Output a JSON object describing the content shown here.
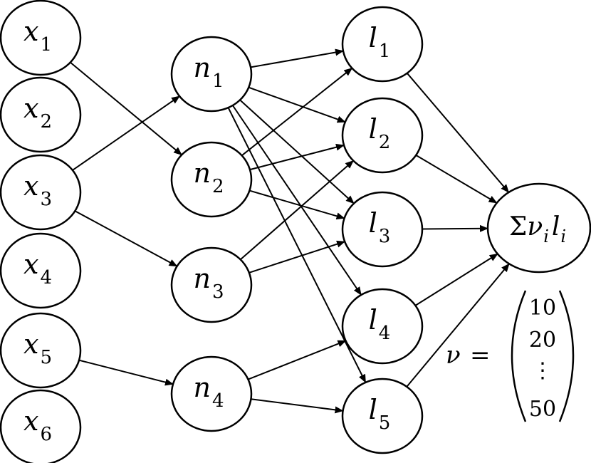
{
  "nodes": [
    {
      "id": "x1",
      "base": "x",
      "sub": "1"
    },
    {
      "id": "x2",
      "base": "x",
      "sub": "2"
    },
    {
      "id": "x3",
      "base": "x",
      "sub": "3"
    },
    {
      "id": "x4",
      "base": "x",
      "sub": "4"
    },
    {
      "id": "x5",
      "base": "x",
      "sub": "5"
    },
    {
      "id": "x6",
      "base": "x",
      "sub": "6"
    },
    {
      "id": "n1",
      "base": "n",
      "sub": "1"
    },
    {
      "id": "n2",
      "base": "n",
      "sub": "2"
    },
    {
      "id": "n3",
      "base": "n",
      "sub": "3"
    },
    {
      "id": "n4",
      "base": "n",
      "sub": "4"
    },
    {
      "id": "l1",
      "base": "l",
      "sub": "1"
    },
    {
      "id": "l2",
      "base": "l",
      "sub": "2"
    },
    {
      "id": "l3",
      "base": "l",
      "sub": "3"
    },
    {
      "id": "l4",
      "base": "l",
      "sub": "4"
    },
    {
      "id": "l5",
      "base": "l",
      "sub": "5"
    }
  ],
  "output_node": {
    "id": "out",
    "sigma": "Σ",
    "v": "ν",
    "v_sub": "i",
    "l": "l",
    "l_sub": "i"
  },
  "edges": [
    [
      "x1",
      "n2"
    ],
    [
      "x3",
      "n1"
    ],
    [
      "x3",
      "n3"
    ],
    [
      "x5",
      "n4"
    ],
    [
      "n1",
      "l1"
    ],
    [
      "n1",
      "l2"
    ],
    [
      "n1",
      "l3"
    ],
    [
      "n1",
      "l4"
    ],
    [
      "n1",
      "l5"
    ],
    [
      "n2",
      "l1"
    ],
    [
      "n2",
      "l2"
    ],
    [
      "n2",
      "l3"
    ],
    [
      "n3",
      "l2"
    ],
    [
      "n3",
      "l3"
    ],
    [
      "n4",
      "l4"
    ],
    [
      "n4",
      "l5"
    ],
    [
      "l1",
      "out"
    ],
    [
      "l2",
      "out"
    ],
    [
      "l3",
      "out"
    ],
    [
      "l4",
      "out"
    ],
    [
      "l5",
      "out"
    ]
  ],
  "vector": {
    "symbol": "ν",
    "equals": "=",
    "entries": [
      "10",
      "20",
      "⋮",
      "50"
    ]
  }
}
